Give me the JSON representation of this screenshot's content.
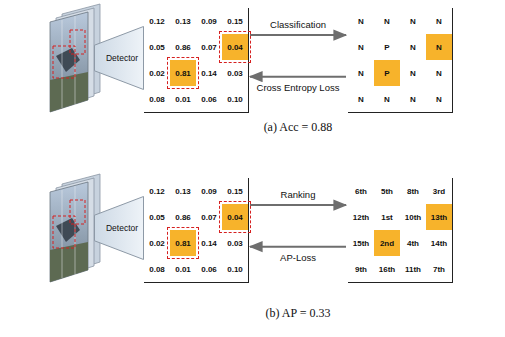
{
  "diagram": {
    "nodes": [
      {
        "text": [
          "Detector"
        ]
      },
      {
        "text": [
          "0.12",
          "0.13",
          "0.09",
          "0.15",
          "0.05",
          "0.86",
          "0.07",
          "0.04",
          "0.02",
          "0.81",
          "0.14",
          "0.03",
          "0.08",
          "0.01",
          "0.06",
          "0.10"
        ]
      },
      {
        "text": [
          "N",
          "N",
          "N",
          "N",
          "N",
          "P",
          "N",
          "N",
          "N",
          "P",
          "N",
          "N",
          "N",
          "N",
          "N",
          "N"
        ]
      },
      {
        "text": [
          "Detector"
        ]
      },
      {
        "text": [
          "0.12",
          "0.13",
          "0.09",
          "0.15",
          "0.05",
          "0.86",
          "0.07",
          "0.04",
          "0.02",
          "0.81",
          "0.14",
          "0.03",
          "0.08",
          "0.01",
          "0.06",
          "0.10"
        ]
      },
      {
        "text": [
          "6th",
          "5th",
          "8th",
          "3rd",
          "12th",
          "1st",
          "10th",
          "13th",
          "15th",
          "2nd",
          "4th",
          "14th",
          "9th",
          "16th",
          "11th",
          "7th"
        ]
      }
    ],
    "edges": [
      {
        "from": 1,
        "to": 2,
        "arrow": "to",
        "label": "Classification"
      },
      {
        "from": 2,
        "to": 1,
        "arrow": "to",
        "label": "Cross Entropy Loss"
      },
      {
        "from": 4,
        "to": 5,
        "arrow": "to",
        "label": "Ranking"
      },
      {
        "from": 5,
        "to": 4,
        "arrow": "to",
        "label": "AP-Loss"
      }
    ],
    "labels": [
      "(a) Acc = 0.88",
      "(b) AP = 0.33"
    ]
  }
}
